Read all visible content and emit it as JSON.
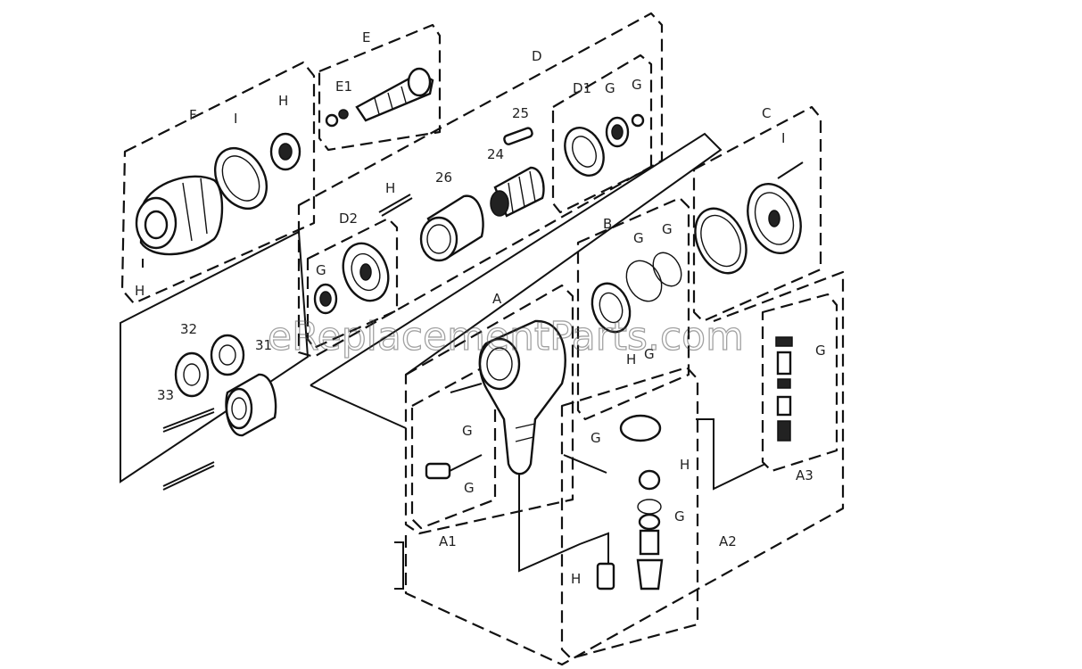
{
  "diagram": {
    "watermark": "eReplacementParts.com",
    "labels": {
      "F": "F",
      "E": "E",
      "E1": "E1",
      "D": "D",
      "D1": "D1",
      "D2": "D2",
      "C": "C",
      "B": "B",
      "A": "A",
      "A1": "A1",
      "A2": "A2",
      "A3": "A3",
      "H": "H",
      "I": "I",
      "G": "G",
      "n24": "24",
      "n25": "25",
      "n26": "26",
      "n31": "31",
      "n32": "32",
      "n33": "33"
    }
  }
}
